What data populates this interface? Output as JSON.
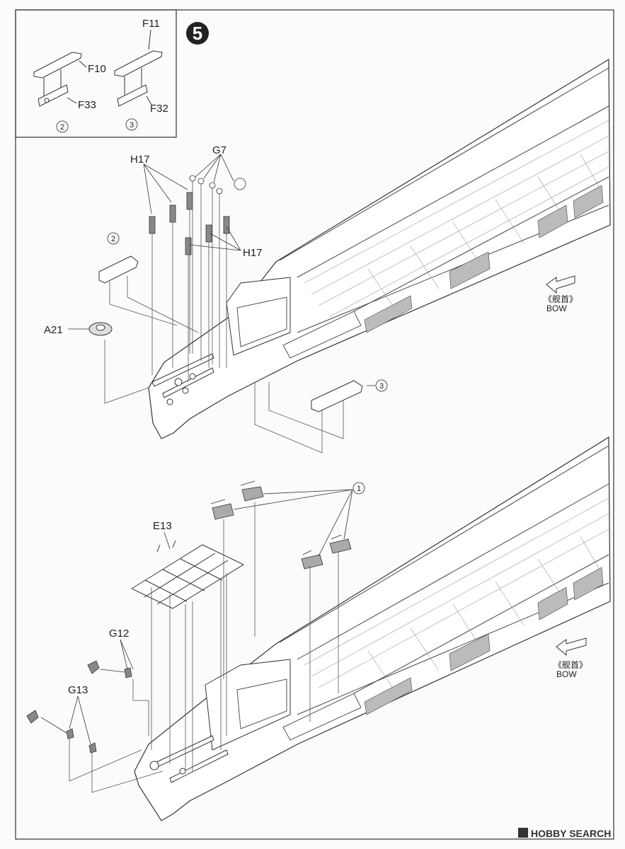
{
  "step": {
    "number": "5"
  },
  "inset": {
    "parts": [
      "F11",
      "F10",
      "F33",
      "F32"
    ],
    "sub_assemblies": [
      "2",
      "3"
    ]
  },
  "upper_diagram": {
    "parts": [
      "H17",
      "G7",
      "H17",
      "A21"
    ],
    "sub_assemblies": [
      "2",
      "3"
    ],
    "direction": {
      "cjk": "《舰首》",
      "label": "BOW"
    }
  },
  "lower_diagram": {
    "parts": [
      "E13",
      "G12",
      "G13"
    ],
    "sub_assemblies": [
      "1"
    ],
    "direction": {
      "cjk": "《舰首》",
      "label": "BOW"
    }
  },
  "watermark": {
    "text": "HOBBY SEARCH"
  }
}
